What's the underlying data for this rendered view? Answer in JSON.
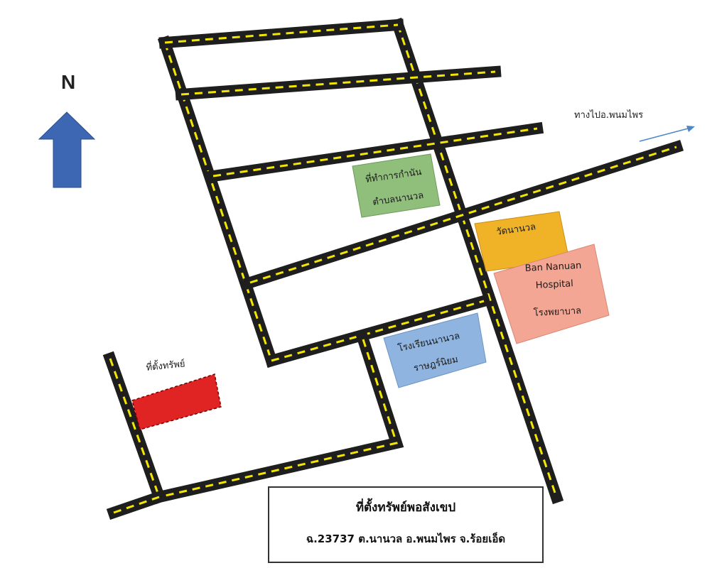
{
  "north": {
    "letter": "N",
    "arrow_color": "#3d66b3"
  },
  "direction": {
    "text": "ทางไปอ.พนมไพร",
    "arrow_color": "#4f86c6"
  },
  "colors": {
    "road": "#1e1e1e",
    "road_dash": "#f3e600"
  },
  "landmarks": {
    "kamnan_office": {
      "line1": "ที่ทำการกำนัน",
      "line2": "ตำบลนานวล",
      "fill": "#8fbf7a"
    },
    "temple": {
      "line1": "วัดนานวล",
      "fill": "#f0b227"
    },
    "hospital": {
      "line1": "Ban Nanuan",
      "line2": "Hospital",
      "line3": "โรงพยาบาล",
      "fill": "#f4a694"
    },
    "school": {
      "line1": "โรงเรียนนานวล",
      "line2": "ราษฎร์นิยม",
      "fill": "#8fb4e0"
    }
  },
  "property": {
    "label": "ที่ตั้งทรัพย์",
    "fill": "#e02424"
  },
  "caption": {
    "title": "ที่ตั้งทรัพย์พอสังเขป",
    "subtitle": "ฉ.23737 ต.นานวล อ.พนมไพร จ.ร้อยเอ็ด"
  }
}
